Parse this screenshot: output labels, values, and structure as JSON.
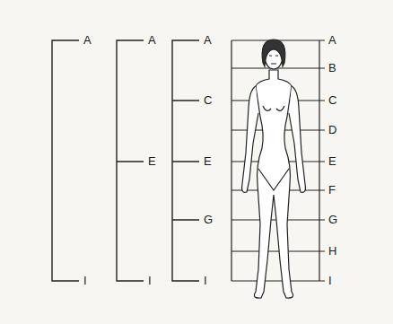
{
  "diagram": {
    "labels": [
      "A",
      "I",
      "A",
      "E",
      "I",
      "A",
      "C",
      "E",
      "G",
      "I",
      "A",
      "B",
      "C",
      "D",
      "E",
      "F",
      "G",
      "H",
      "I"
    ]
  }
}
